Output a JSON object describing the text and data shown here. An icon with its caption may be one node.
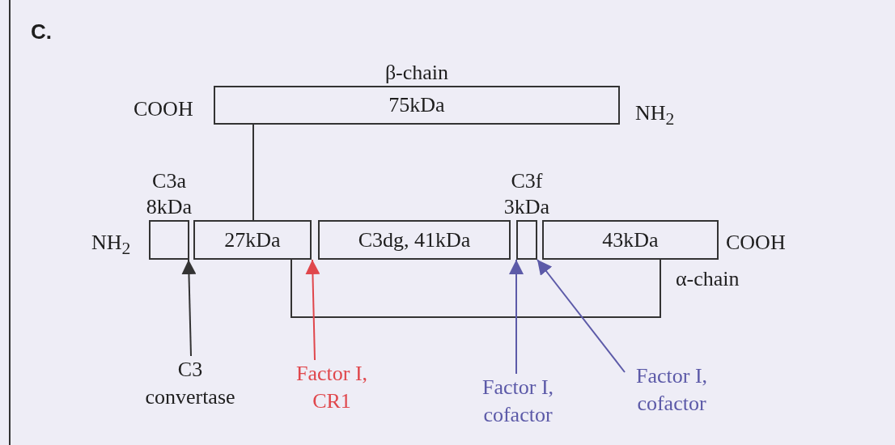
{
  "diagram": {
    "nodes": [
      {
        "text": [
          "β-chain",
          "75kDa"
        ],
        "beside": [
          "COOH",
          "NH$_{2}$"
        ]
      },
      {
        "text": [
          "C3a 8kDa"
        ],
        "beside": [
          "NH$_{2}$"
        ]
      },
      {
        "text": [
          "27kDa"
        ]
      },
      {
        "text": [
          "C3dg, 41kDa"
        ]
      },
      {
        "text": [
          "C3f 3kDa"
        ]
      },
      {
        "text": [
          "43kDa"
        ],
        "beside": [
          "COOH"
        ]
      },
      {
        "text": [
          "C3 convertase"
        ]
      },
      {
        "text": [
          "Factor I, CR1"
        ]
      },
      {
        "text": [
          "Factor I, cofactor"
        ]
      },
      {
        "text": [
          "Factor I, cofactor"
        ]
      }
    ],
    "edges": [
      {
        "from": 0,
        "to": 2,
        "arrow": "none"
      },
      {
        "from": 2,
        "to": 5,
        "arrow": "none"
      },
      {
        "from": 6,
        "to": 1,
        "arrow": "to"
      },
      {
        "from": 7,
        "to": 2,
        "arrow": "to",
        "color": "#e0474c"
      },
      {
        "from": 8,
        "to": 4,
        "arrow": "to",
        "color": "#5c5aa8"
      },
      {
        "from": 9,
        "to": 4,
        "arrow": "to",
        "color": "#5c5aa8"
      }
    ],
    "labels": [
      "C.",
      "α-chain"
    ]
  }
}
